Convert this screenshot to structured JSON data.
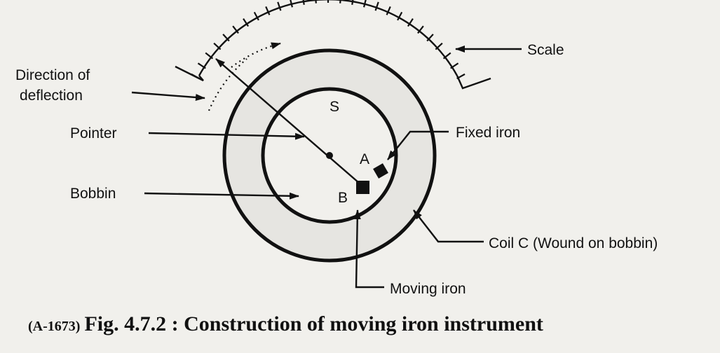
{
  "labels": {
    "scale": "Scale",
    "direction_line1": "Direction of",
    "direction_line2": "deflection",
    "pointer": "Pointer",
    "bobbin": "Bobbin",
    "fixed_iron": "Fixed iron",
    "coil": "Coil C (Wound on bobbin)",
    "moving_iron": "Moving iron",
    "letter_s": "S",
    "letter_a": "A",
    "letter_b": "B"
  },
  "caption": {
    "code": "(A-1673)",
    "text": "Fig. 4.7.2 : Construction of moving iron instrument"
  },
  "colors": {
    "ink": "#111111",
    "background": "#f1f0ec",
    "bobbin_fill": "#e6e5e1"
  }
}
